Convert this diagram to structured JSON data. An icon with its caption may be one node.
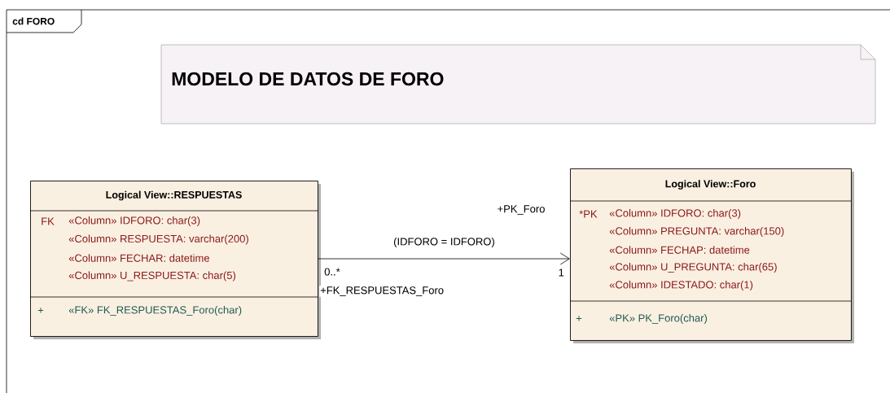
{
  "diagram": {
    "nodes": [
      {
        "text": [
          "cd FORO"
        ]
      },
      {
        "text": [
          "MODELO DE DATOS DE FORO"
        ],
        "in": 0
      },
      {
        "text": [
          "Logical View::RESPUESTAS",
          "FK",
          "«Column» IDFORO:  char(3)",
          "«Column» RESPUESTA:  varchar(200)",
          "«Column» FECHAR:  datetime",
          "«Column» U_RESPUESTA:  char(5)",
          "+",
          "«FK» FK_RESPUESTAS_Foro(char)"
        ],
        "in": 0
      },
      {
        "text": [
          "Logical View::Foro",
          "*PK",
          "«Column» IDFORO:  char(3)",
          "«Column» PREGUNTA:  varchar(150)",
          "«Column» FECHAP:  datetime",
          "«Column» U_PREGUNTA:  char(65)",
          "«Column» IDESTADO:  char(1)",
          "+",
          "«PK» PK_Foro(char)"
        ],
        "in": 0
      }
    ],
    "edges": [
      {
        "from": 2,
        "to": 3,
        "arrow": "to",
        "label": "(IDFORO = IDFORO)"
      }
    ],
    "labels": [
      "+PK_Foro",
      "0..*",
      "1",
      "+FK_RESPUESTAS_Foro"
    ]
  }
}
